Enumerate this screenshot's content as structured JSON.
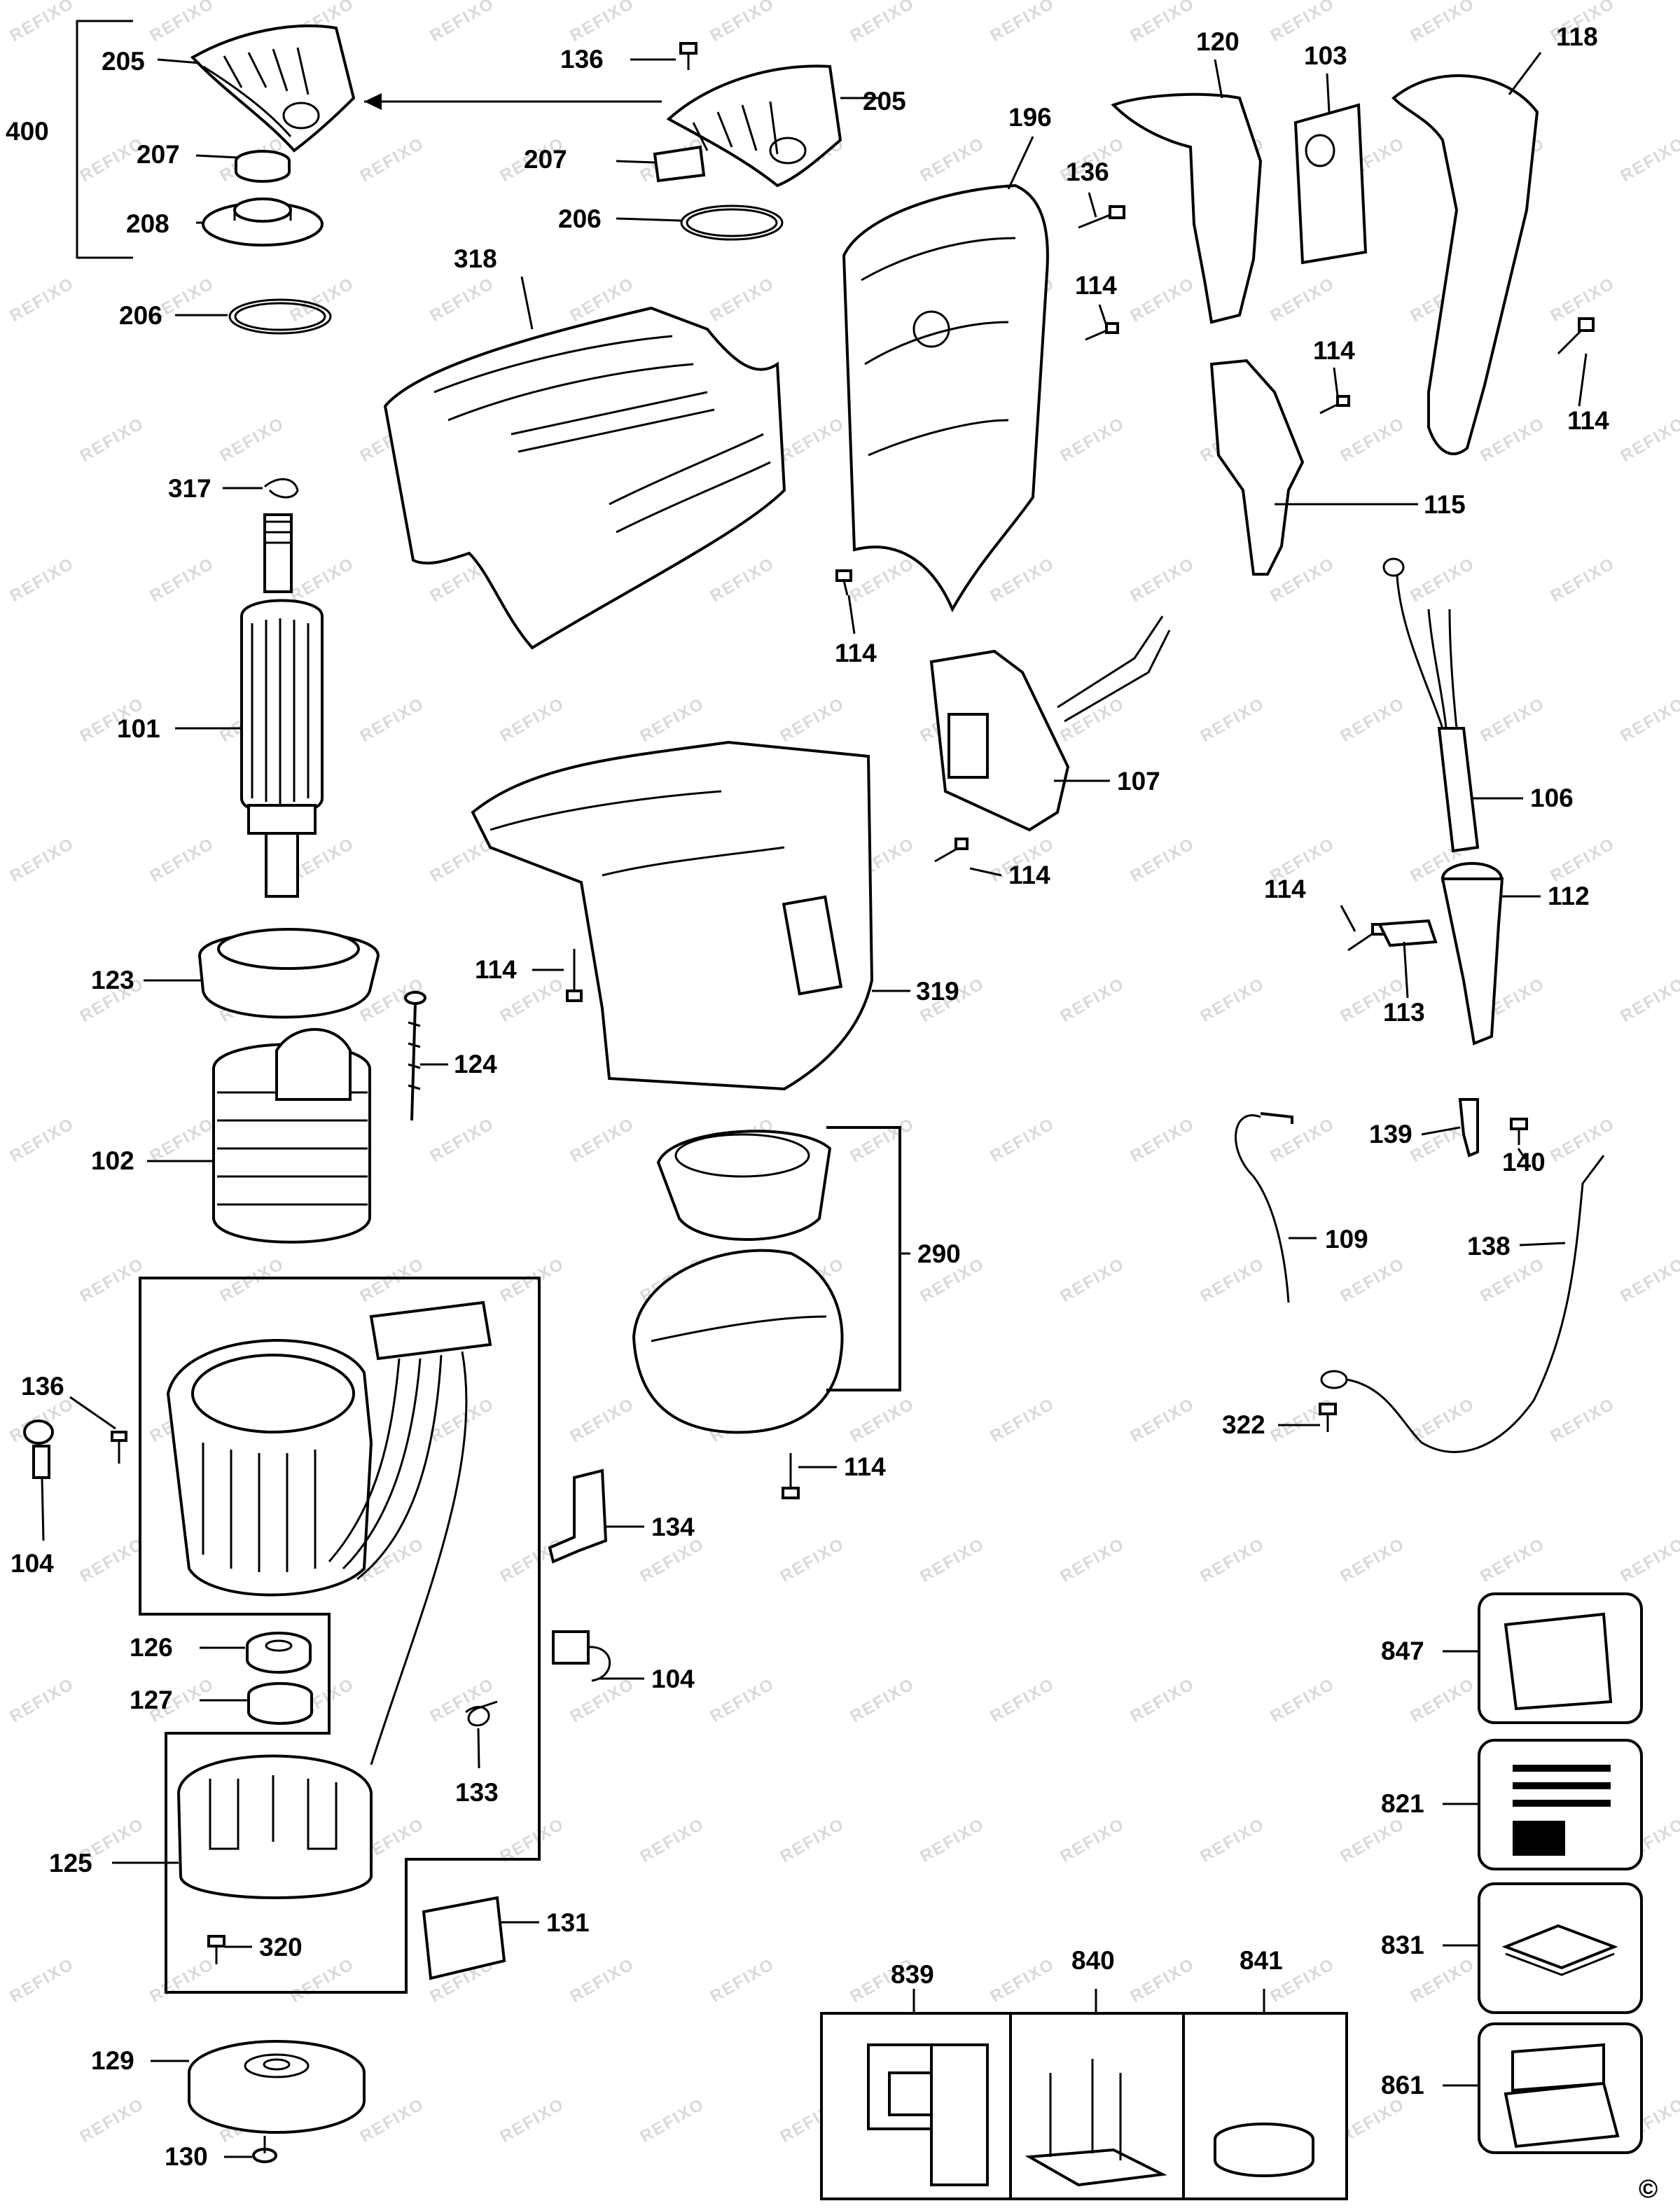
{
  "watermark": "REFIXO",
  "copyright": "©",
  "labels": {
    "p400": "400",
    "p205a": "205",
    "p205b": "205",
    "p136a": "136",
    "p207a": "207",
    "p207b": "207",
    "p208": "208",
    "p206a": "206",
    "p206b": "206",
    "p318": "318",
    "p317": "317",
    "p101": "101",
    "p123": "123",
    "p124": "124",
    "p102": "102",
    "p196": "196",
    "p136b": "136",
    "p114a": "114",
    "p114b": "114",
    "p120": "120",
    "p103": "103",
    "p118": "118",
    "p114c": "114",
    "p115": "115",
    "p114d": "114",
    "p114e": "114",
    "p107": "107",
    "p106": "106",
    "p114f": "114",
    "p112": "112",
    "p113": "113",
    "p114g": "114",
    "p319": "319",
    "p290": "290",
    "p114h": "114",
    "p139": "139",
    "p140": "140",
    "p109": "109",
    "p138": "138",
    "p322": "322",
    "p136c": "136",
    "p104a": "104",
    "p134": "134",
    "p104b": "104",
    "p126": "126",
    "p127": "127",
    "p133": "133",
    "p125": "125",
    "p320": "320",
    "p131": "131",
    "p129": "129",
    "p130": "130",
    "p847": "847",
    "p821": "821",
    "p831": "831",
    "p861": "861",
    "p839": "839",
    "p840": "840",
    "p841": "841"
  }
}
